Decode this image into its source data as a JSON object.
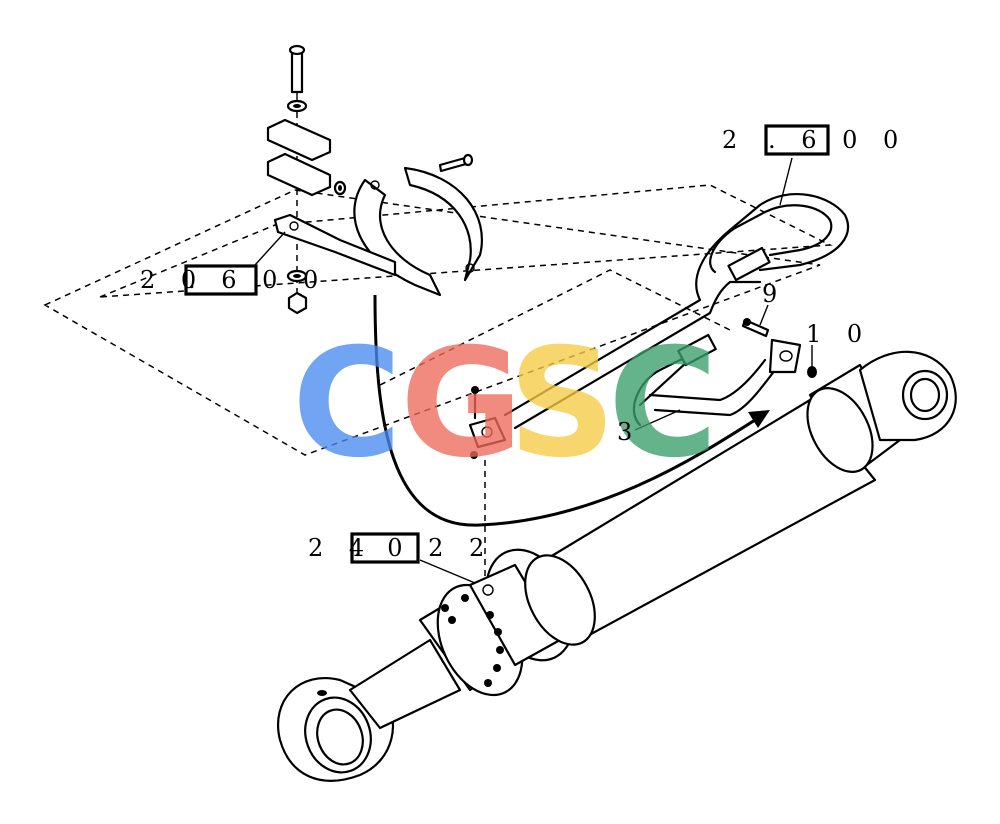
{
  "labels": {
    "ref_top_right_prefix": "2 0",
    "ref_top_right_box": ". 6 0 0",
    "ref_left_prefix": "2 0",
    "ref_left_box": ". 6 0 0",
    "ref_bottom_prefix": "2 4",
    "ref_bottom_box": ". 0 2 2",
    "item_9": "9",
    "item_10": "1 0",
    "item_3": "3"
  },
  "watermark": {
    "letters": [
      "C",
      "G",
      "S",
      "C"
    ],
    "colors": [
      "#4a8cf0",
      "#ee6a5c",
      "#f6cd45",
      "#3a9e6a"
    ]
  },
  "colors": {
    "line": "#000000",
    "background": "#ffffff"
  }
}
